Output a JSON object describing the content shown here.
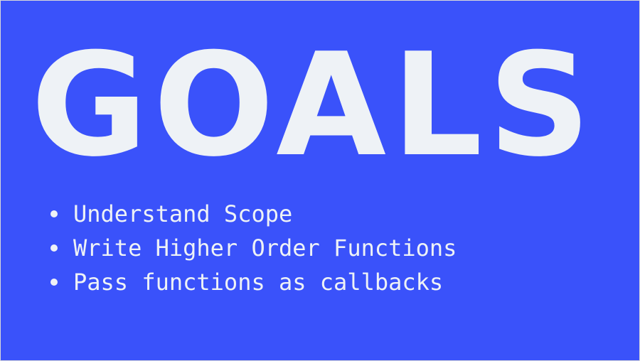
{
  "slide": {
    "background_color": "#3a52fa",
    "text_color": "#eef2f6",
    "title": "GOALS",
    "goals": [
      "Understand Scope",
      "Write Higher Order Functions",
      "Pass functions as callbacks"
    ]
  }
}
